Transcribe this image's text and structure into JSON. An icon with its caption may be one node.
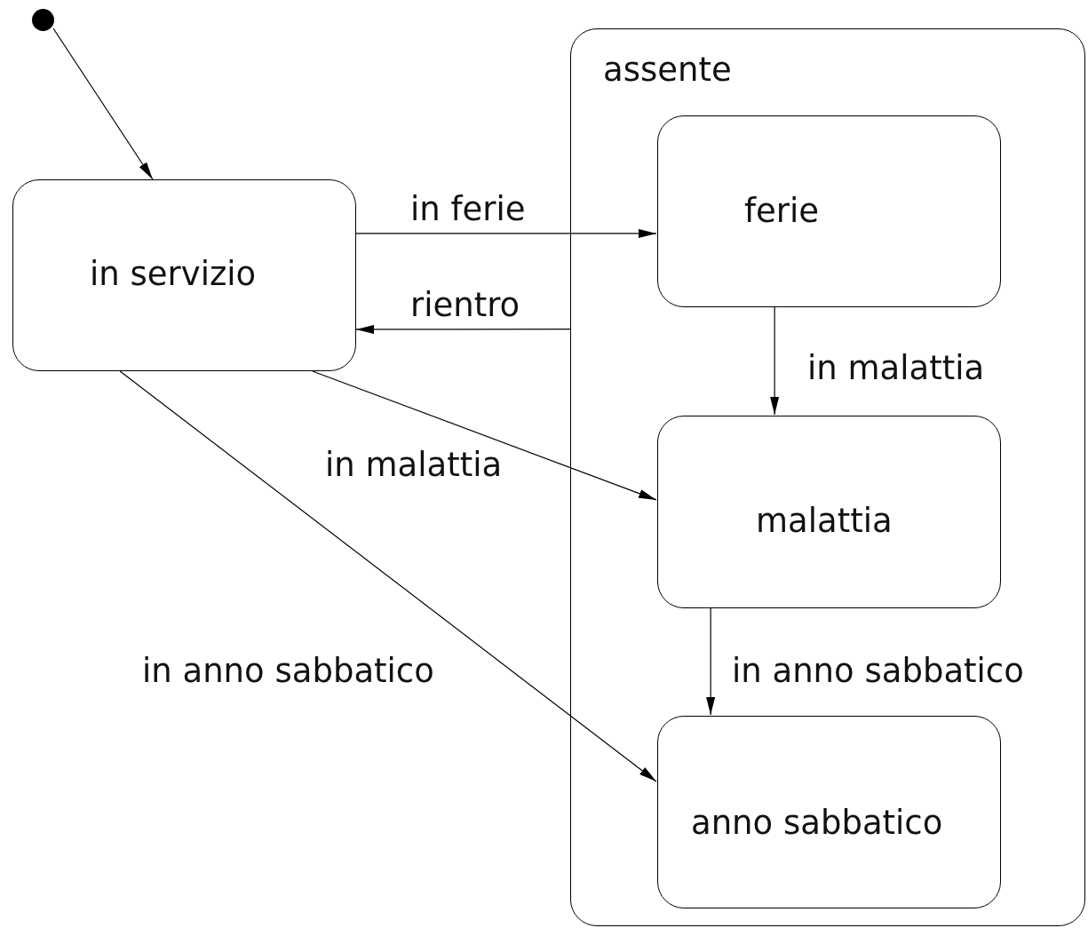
{
  "diagram": {
    "nodes": [
      {
        "text": [],
        "shape": "circle"
      },
      {
        "text": [
          "in servizio"
        ]
      },
      {
        "text": [
          "assente"
        ]
      },
      {
        "text": [
          "ferie"
        ],
        "in": 2
      },
      {
        "text": [
          "malattia"
        ],
        "in": 2
      },
      {
        "text": [
          "anno sabbatico"
        ],
        "in": 2
      }
    ],
    "edges": [
      {
        "from": 0,
        "to": 1,
        "arrow": "to"
      },
      {
        "from": 1,
        "to": 3,
        "arrow": "to",
        "label": "in ferie"
      },
      {
        "from": 2,
        "to": 1,
        "arrow": "to",
        "label": "rientro"
      },
      {
        "from": 1,
        "to": 4,
        "arrow": "to",
        "label": "in malattia"
      },
      {
        "from": 1,
        "to": 5,
        "arrow": "to",
        "label": "in anno sabbatico"
      },
      {
        "from": 3,
        "to": 4,
        "arrow": "to",
        "label": "in malattia"
      },
      {
        "from": 4,
        "to": 5,
        "arrow": "to",
        "label": "in anno sabbatico"
      }
    ]
  }
}
